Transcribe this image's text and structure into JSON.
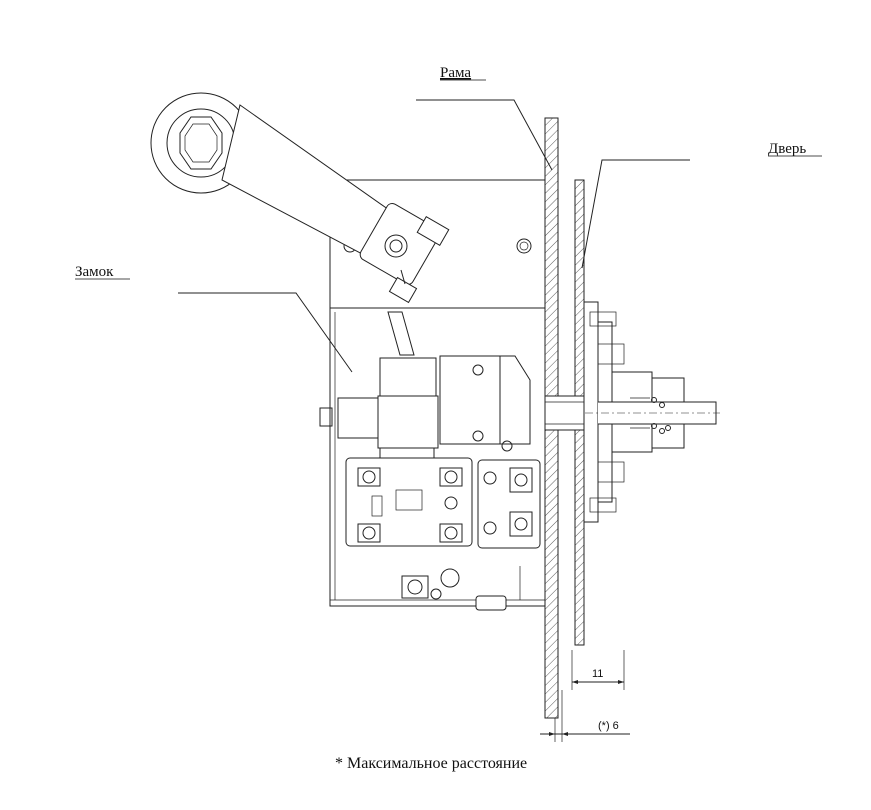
{
  "labels": {
    "frame": "Рама",
    "door": "Дверь",
    "lock": "Замок"
  },
  "dimensions": {
    "gap": "11",
    "max_gap": "(*) 6"
  },
  "footnote": "* Максимальное расстояние"
}
